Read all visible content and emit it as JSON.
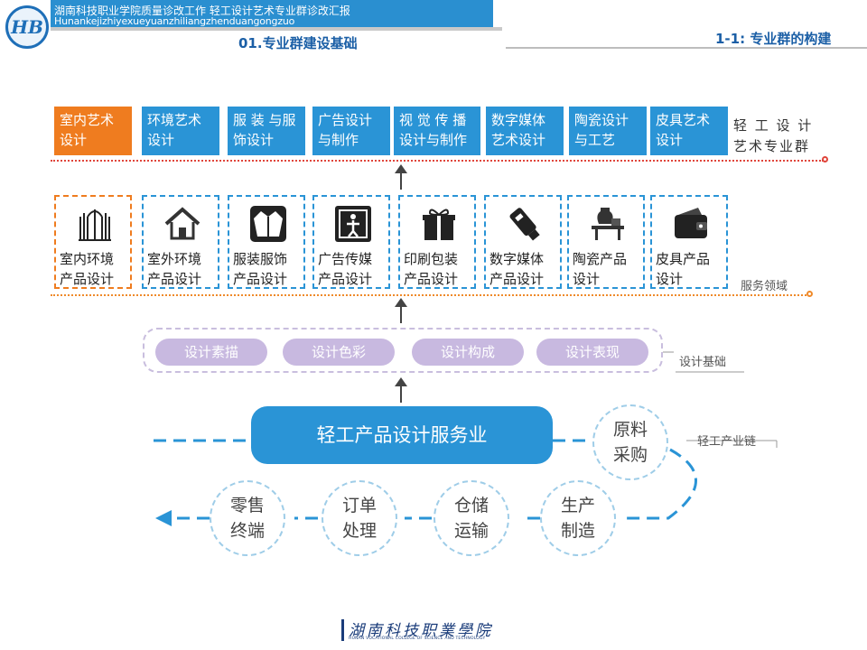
{
  "header": {
    "title": "湖南科技职业学院质量诊改工作     轻工设计艺术专业群诊改汇报",
    "pinyin": "Hunankejizhiyexueyuanzhiliangzhenduangongzuo",
    "section": "01.专业群建设基础",
    "section_right": "1-1: 专业群的构建"
  },
  "majors": [
    {
      "label": "室内艺术设计",
      "highlight": true
    },
    {
      "label": "环境艺术设计",
      "highlight": false
    },
    {
      "label": "服 装 与服饰设计",
      "highlight": false
    },
    {
      "label": "广告设计与制作",
      "highlight": false
    },
    {
      "label": "视 觉 传 播设计与制作",
      "highlight": false
    },
    {
      "label": "数字媒体艺术设计",
      "highlight": false
    },
    {
      "label": "陶瓷设计与工艺",
      "highlight": false
    },
    {
      "label": "皮具艺术设计",
      "highlight": false
    }
  ],
  "major_group_label_1": "轻 工 设 计",
  "major_group_label_2": "艺术专业群",
  "services": [
    {
      "line1": "室内环境",
      "line2": "产品设计",
      "icon": "gate-icon"
    },
    {
      "line1": "室外环境",
      "line2": "产品设计",
      "icon": "house-icon"
    },
    {
      "line1": "服装服饰",
      "line2": "产品设计",
      "icon": "jacket-icon"
    },
    {
      "line1": "广告传媒",
      "line2": "产品设计",
      "icon": "media-icon"
    },
    {
      "line1": "印刷包装",
      "line2": "产品设计",
      "icon": "gift-icon"
    },
    {
      "line1": "数字媒体",
      "line2": "产品设计",
      "icon": "usb-icon"
    },
    {
      "line1": "陶瓷产品",
      "line2": "设计",
      "icon": "ceramics-icon"
    },
    {
      "line1": "皮具产品",
      "line2": "设计",
      "icon": "wallet-icon"
    }
  ],
  "service_label": "服务领域",
  "basics": [
    "设计素描",
    "设计色彩",
    "设计构成",
    "设计表现"
  ],
  "basics_label": "设计基础",
  "chain": {
    "main": "轻工产品设计服务业",
    "raw": {
      "l1": "原料",
      "l2": "采购"
    },
    "production": {
      "l1": "生产",
      "l2": "制造"
    },
    "storage": {
      "l1": "仓储",
      "l2": "运输"
    },
    "order": {
      "l1": "订单",
      "l2": "处理"
    },
    "retail": {
      "l1": "零售",
      "l2": "终端"
    },
    "label": "轻工产业链"
  },
  "footer": {
    "cn": "湖南科技职業學院",
    "en": "HUNAN VOCATIONAL COLLEGE OF SCIENCE AND TECHNOLOGY"
  },
  "colors": {
    "blue": "#2a94d6",
    "orange": "#ef7c1f",
    "purple": "#c8b9e0",
    "header_blue": "#2a8fd0"
  }
}
